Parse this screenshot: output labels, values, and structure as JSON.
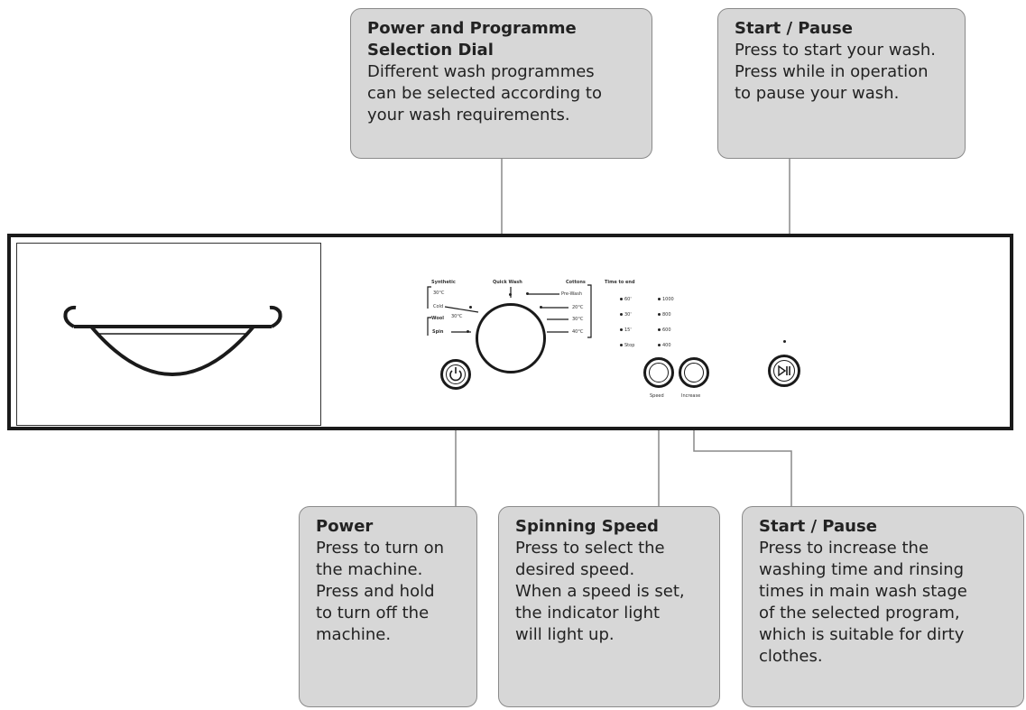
{
  "callouts": {
    "dial": {
      "title": "Power and Programme\nSelection Dial",
      "body": "Different wash programmes\ncan be selected according to\nyour wash requirements."
    },
    "start_pause": {
      "title": "Start / Pause",
      "body": "Press to start your wash.\nPress while in operation\nto pause your wash."
    },
    "power": {
      "title": "Power",
      "body": "Press to turn on\nthe machine.\nPress and hold\nto turn off the\nmachine."
    },
    "spinning_speed": {
      "title": "Spinning Speed",
      "body": "Press to select the\ndesired speed.\nWhen a speed is set,\nthe indicator light\nwill light up."
    },
    "increase": {
      "title": "Start / Pause",
      "body": "Press to increase the\nwashing time and rinsing\ntimes in main wash stage\nof the selected program,\nwhich is suitable for dirty\nclothes."
    }
  },
  "panel": {
    "programmes": {
      "synthetic": "Synthetic",
      "quick_wash": "Quick Wash",
      "cottons": "Cottons",
      "temp_30_left": "30°C",
      "cold": "Cold",
      "wool": "Wool",
      "wool_temp": "30°C",
      "spin": "Spin",
      "pre_wash": "Pre-Wash",
      "temp_20_r1": "20°C",
      "temp_30_r2": "30°C",
      "temp_40_r3": "40°C"
    },
    "time_to_end": {
      "title": "Time to end",
      "times": [
        "60'",
        "30'",
        "15'",
        "Stop"
      ],
      "speeds": [
        "1000",
        "800",
        "600",
        "400"
      ]
    },
    "button_labels": {
      "speed": "Speed",
      "increase": "Increase"
    }
  },
  "colors": {
    "callout_fill": "#d7d7d7",
    "callout_border": "#8a8a8a",
    "panel_outline": "#1a1a1a",
    "leader_line": "#8a8a8a"
  },
  "icons": {
    "power": "power-icon",
    "start_pause": "play-pause-icon",
    "drawer": "drawer-handle-icon"
  }
}
